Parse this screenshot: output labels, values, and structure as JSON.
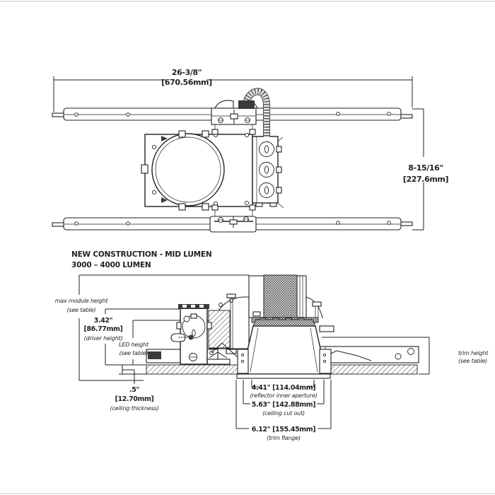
{
  "colors": {
    "ink": "#231f20",
    "bg": "#ffffff",
    "frame": "#d9d9d9"
  },
  "plan": {
    "width_in": "26-3/8\"",
    "width_mm": "[670.56mm]",
    "height_in": "8-15/16\"",
    "height_mm": "[227.6mm]"
  },
  "section": {
    "title1": "NEW CONSTRUCTION - MID LUMEN",
    "title2": "3000 – 4000 LUMEN",
    "max_module_1": "max module height",
    "max_module_2": "(see table)",
    "driver_in": "3.42\"",
    "driver_mm": "[86.77mm]",
    "driver_lbl": "(driver height)",
    "led_1": "LED height",
    "led_2": "(see table)",
    "ceil_in": ".5\"",
    "ceil_mm": "[12.70mm]",
    "ceil_lbl": "(ceiling thickness)",
    "trim_1": "trim height",
    "trim_2": "(see table)",
    "aperture_val": "4.41\" [114.04mm]",
    "aperture_lbl": "(reflector inner aperture)",
    "cutout_val": "5.63\" [142.88mm]",
    "cutout_lbl": "(ceiling cut out)",
    "flange_val": "6.12\" [155.45mm]",
    "flange_lbl": "(trim flange)"
  }
}
